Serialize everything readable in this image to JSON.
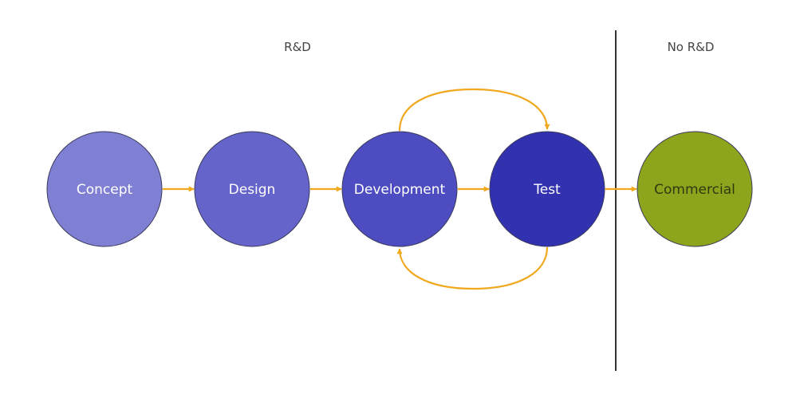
{
  "zones": {
    "rd_label": "R&D",
    "no_rd_label": "No R&D"
  },
  "nodes": [
    {
      "id": "concept",
      "label": "Concept",
      "fill": "#7f7fd4",
      "text_color": "#ffffff"
    },
    {
      "id": "design",
      "label": "Design",
      "fill": "#6464cb",
      "text_color": "#ffffff"
    },
    {
      "id": "development",
      "label": "Development",
      "fill": "#4d4dc1",
      "text_color": "#ffffff"
    },
    {
      "id": "test",
      "label": "Test",
      "fill": "#3232b1",
      "text_color": "#ffffff"
    },
    {
      "id": "commercial",
      "label": "Commercial",
      "fill": "#8ca51c",
      "text_color": "#2f3a10"
    }
  ],
  "edges": [
    {
      "from": "concept",
      "to": "design"
    },
    {
      "from": "design",
      "to": "development"
    },
    {
      "from": "development",
      "to": "test"
    },
    {
      "from": "test",
      "to": "commercial"
    },
    {
      "from": "development",
      "to": "test",
      "route": "loop-top"
    },
    {
      "from": "test",
      "to": "development",
      "route": "loop-bottom"
    }
  ],
  "colors": {
    "arrow": "#f0a81e",
    "node_stroke": "#3a3a5a",
    "divider": "#333333",
    "zone_text": "#444444"
  }
}
